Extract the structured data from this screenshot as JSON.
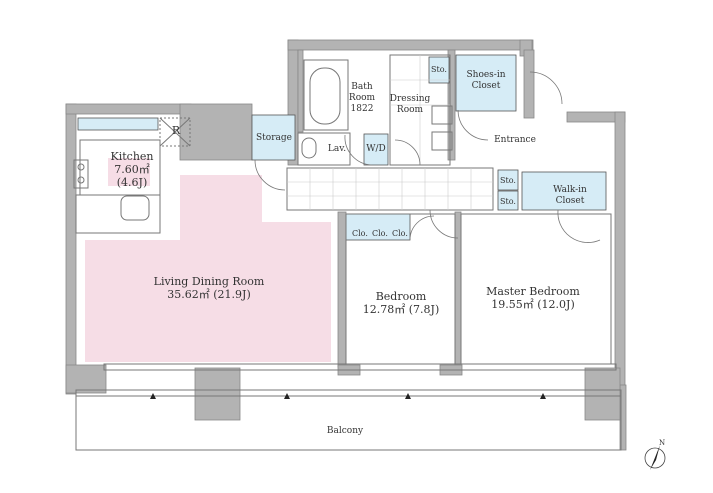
{
  "rooms": {
    "kitchen": {
      "name": "Kitchen",
      "area": "7.60㎡",
      "jo": "(4.6J)"
    },
    "refrigerator": {
      "name": "R"
    },
    "storage": {
      "name": "Storage"
    },
    "bath": {
      "name": "Bath",
      "name2": "Room",
      "size": "1822"
    },
    "dressing": {
      "name": "Dressing",
      "name2": "Room"
    },
    "sto_dressing": {
      "name": "Sto."
    },
    "shoes_closet": {
      "name": "Shoes-in",
      "name2": "Closet"
    },
    "lavatory": {
      "name": "Lav."
    },
    "washer_dryer": {
      "name": "W/D"
    },
    "entrance": {
      "name": "Entrance"
    },
    "sto_hall_1": {
      "name": "Sto."
    },
    "sto_hall_2": {
      "name": "Sto."
    },
    "walkin_closet": {
      "name": "Walk-in",
      "name2": "Closet"
    },
    "living_dining": {
      "name": "Living Dining Room",
      "area": "35.62㎡ (21.9J)"
    },
    "bedroom": {
      "name": "Bedroom",
      "area": "12.78㎡ (7.8J)"
    },
    "closets": [
      "Clo.",
      "Clo.",
      "Clo."
    ],
    "master_bedroom": {
      "name": "Master Bedroom",
      "area": "19.55㎡ (12.0J)"
    },
    "balcony": {
      "name": "Balcony"
    }
  },
  "compass": {
    "label": "N"
  },
  "colors": {
    "living": "#f6dde6",
    "closet": "#d6ecf6",
    "wall": "#b3b3b3",
    "line": "#777777"
  }
}
